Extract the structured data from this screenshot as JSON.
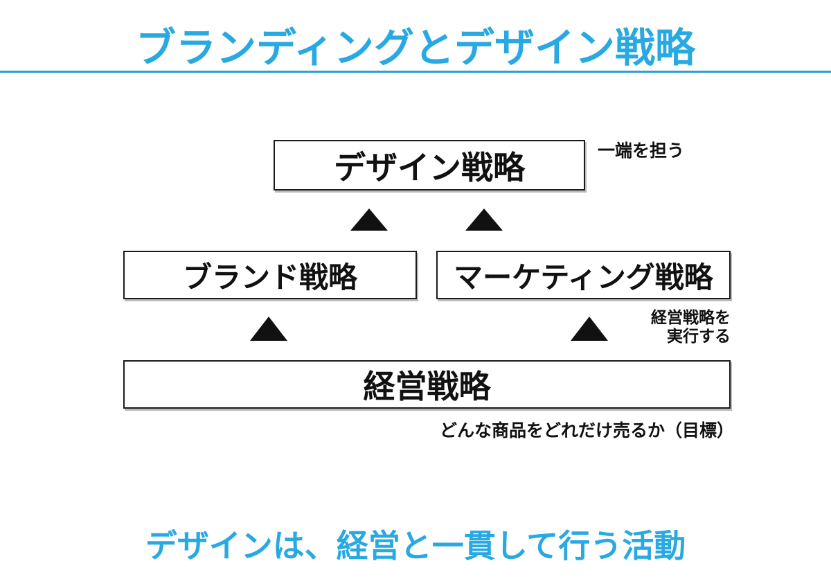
{
  "slide": {
    "title": "ブランディングとデザイン戦略",
    "footer": "デザインは、経営と一貫して行う活動",
    "colors": {
      "accent_blue": "#29a9e2",
      "divider_blue": "#2b9fd9",
      "box_border": "#1a1a1a",
      "text_black": "#111111"
    }
  },
  "diagram": {
    "top_box": {
      "label": "デザイン戦略",
      "annotation": "一端を担う"
    },
    "middle_boxes": [
      {
        "label": "ブランド戦略"
      },
      {
        "label": "マーケティング戦略"
      }
    ],
    "bottom_box": {
      "label": "経営戦略",
      "caption": "どんな商品をどれだけ売るか（目標）"
    },
    "right_annotation": {
      "line1": "経営戦略を",
      "line2": "実行する"
    },
    "icons": {
      "up_arrow": "▲"
    }
  }
}
